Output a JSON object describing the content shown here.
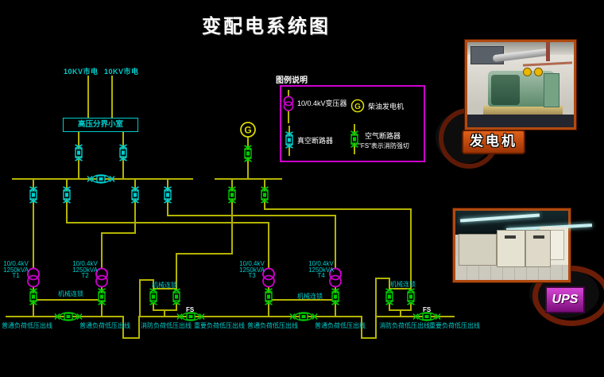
{
  "title": "变配电系统图",
  "colors": {
    "background": "#000000",
    "circuit_line": "#b3b300",
    "cyan_device": "#00cccc",
    "green_device": "#00cc00",
    "transformer_magenta": "#cc00cc",
    "legend_border": "#cc00cc",
    "text_white": "#ffffff"
  },
  "sources": {
    "left": "10KV市电",
    "right": "10KV市电"
  },
  "hv_room_label": "高压分界小室",
  "generator": {
    "symbol": "G"
  },
  "legend": {
    "title": "图例说明",
    "transformer_label": "10/0.4kV变压器",
    "generator_label": "柴油发电机",
    "vacuum_breaker_label": "真空断路器",
    "air_breaker_label": "空气断路器",
    "air_breaker_note": "\"FS\"表示消防强切"
  },
  "transformers": [
    {
      "spec": "10/0.4kV",
      "capacity": "1250kVA",
      "name": "T1"
    },
    {
      "spec": "10/0.4kV",
      "capacity": "1250kVA",
      "name": "T2"
    },
    {
      "spec": "10/0.4kV",
      "capacity": "1250kVA",
      "name": "T3"
    },
    {
      "spec": "10/0.4kV",
      "capacity": "1250kVA",
      "name": "T4"
    }
  ],
  "labels": {
    "interlock": "机械连锁",
    "fs": "FS"
  },
  "outlets": {
    "normal": "普通负荷低压出线",
    "fire": "消防负荷低压出线",
    "important": "重要负荷低压出线"
  },
  "photos": {
    "generator_caption": "发电机",
    "ups_caption": "UPS"
  }
}
